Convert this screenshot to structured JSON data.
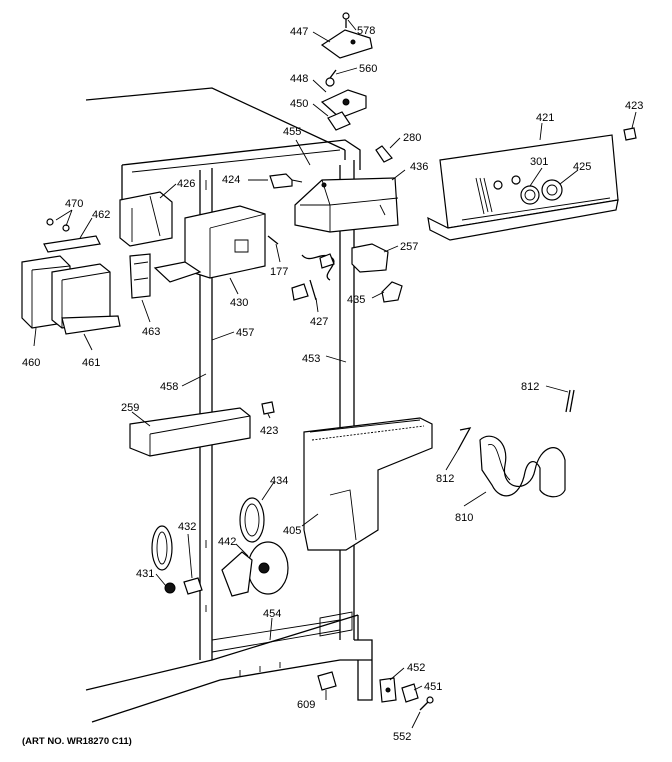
{
  "art_number": "(ART NO. WR18270 C11)",
  "labels": {
    "p447": "447",
    "p578": "578",
    "p448": "448",
    "p560": "560",
    "p450": "450",
    "p423a": "423",
    "p421": "421",
    "p280": "280",
    "p455": "455",
    "p424": "424",
    "p426": "426",
    "p436": "436",
    "p301": "301",
    "p425": "425",
    "p470": "470",
    "p462": "462",
    "p177": "177",
    "p257": "257",
    "p435": "435",
    "p430": "430",
    "p427": "427",
    "p463": "463",
    "p460": "460",
    "p461": "461",
    "p457": "457",
    "p453": "453",
    "p812a": "812",
    "p458": "458",
    "p259": "259",
    "p423b": "423",
    "p812b": "812",
    "p434": "434",
    "p810": "810",
    "p405": "405",
    "p432": "432",
    "p442": "442",
    "p431": "431",
    "p454": "454",
    "p452": "452",
    "p451": "451",
    "p609": "609",
    "p552": "552"
  }
}
